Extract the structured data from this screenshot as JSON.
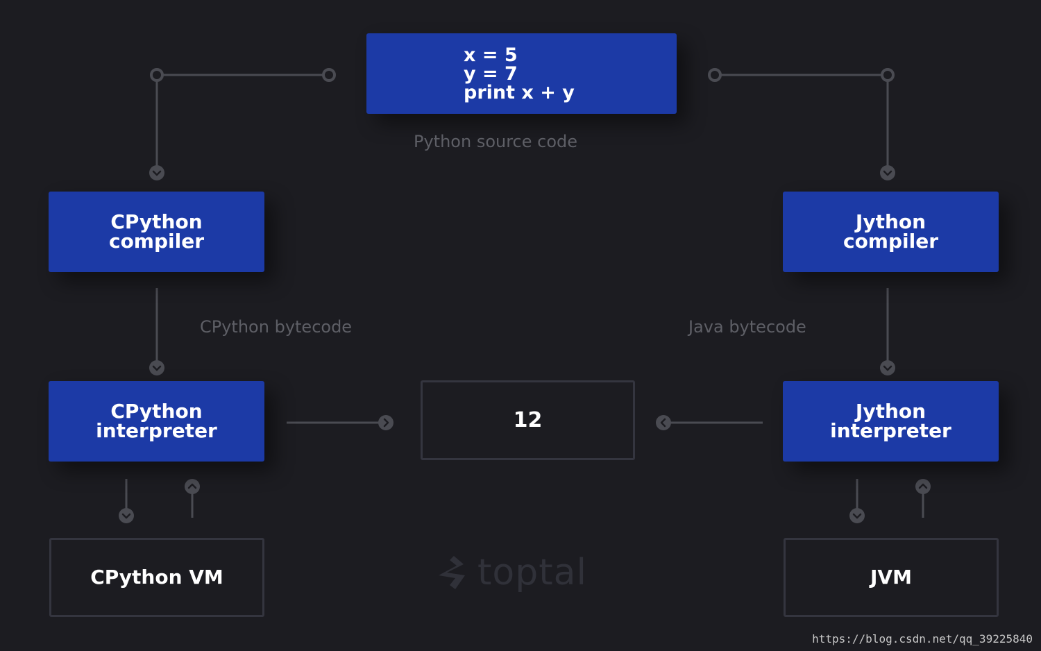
{
  "source": {
    "code": "x = 5\ny = 7\nprint x + y",
    "caption": "Python source code"
  },
  "cpython": {
    "compiler": "CPython\ncompiler",
    "bytecode_label": "CPython bytecode",
    "interpreter": "CPython\ninterpreter",
    "vm": "CPython VM"
  },
  "jython": {
    "compiler": "Jython\ncompiler",
    "bytecode_label": "Java bytecode",
    "interpreter": "Jython\ninterpreter",
    "vm": "JVM"
  },
  "result": {
    "value": "12"
  },
  "branding": {
    "logo": "toptal",
    "logo_icon": "toptal-icon",
    "watermark": "https://blog.csdn.net/qq_39225840"
  },
  "colors": {
    "background": "#1c1c21",
    "box_blue": "#1c3aa6",
    "connector": "#4a4b52",
    "label": "#5e5f66"
  }
}
